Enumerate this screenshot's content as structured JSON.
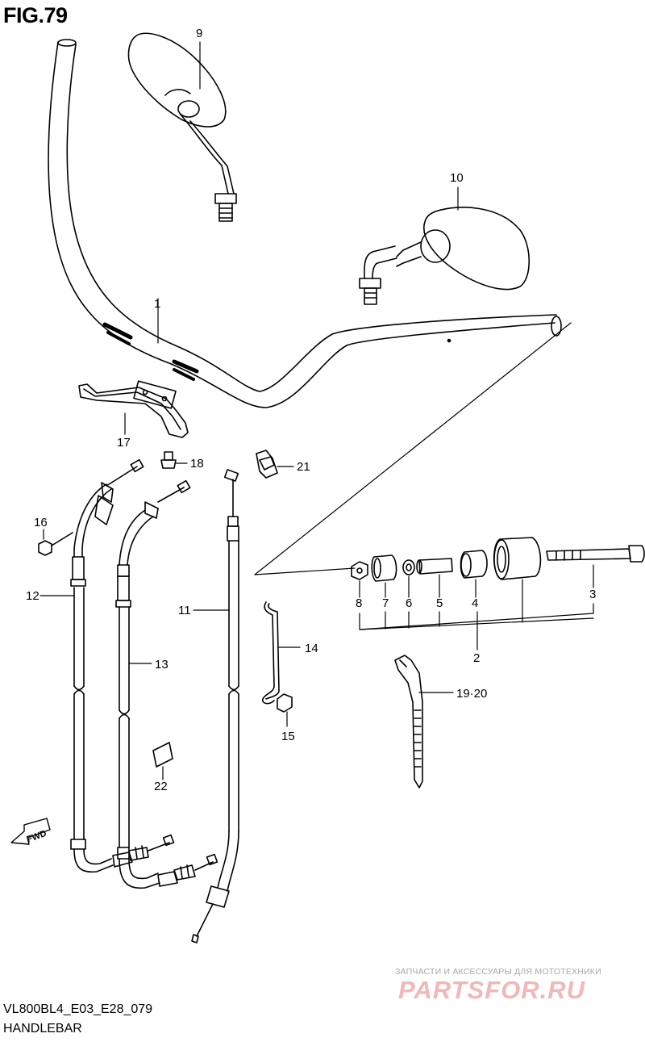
{
  "figure": {
    "title": "FIG.79",
    "model_code": "VL800BL4_E03_E28_079",
    "section_name": "HANDLEBAR"
  },
  "watermark": {
    "tagline": "ЗАПЧАСТИ И АКСЕССУАРЫ ДЛЯ МОТОТЕХНИКИ",
    "brand": "PARTSFOR.RU"
  },
  "direction_marker": "FWD",
  "callouts": {
    "c1": "1",
    "c2": "2",
    "c3": "3",
    "c4": "4",
    "c5": "5",
    "c6": "6",
    "c7": "7",
    "c8": "8",
    "c9": "9",
    "c10": "10",
    "c11": "11",
    "c12": "12",
    "c13": "13",
    "c14": "14",
    "c15": "15",
    "c16": "16",
    "c17": "17",
    "c18": "18",
    "c19_20": "19·20",
    "c21": "21",
    "c22": "22"
  },
  "colors": {
    "line": "#000000",
    "background": "#ffffff",
    "watermark_brand": "#f1b8b8"
  }
}
